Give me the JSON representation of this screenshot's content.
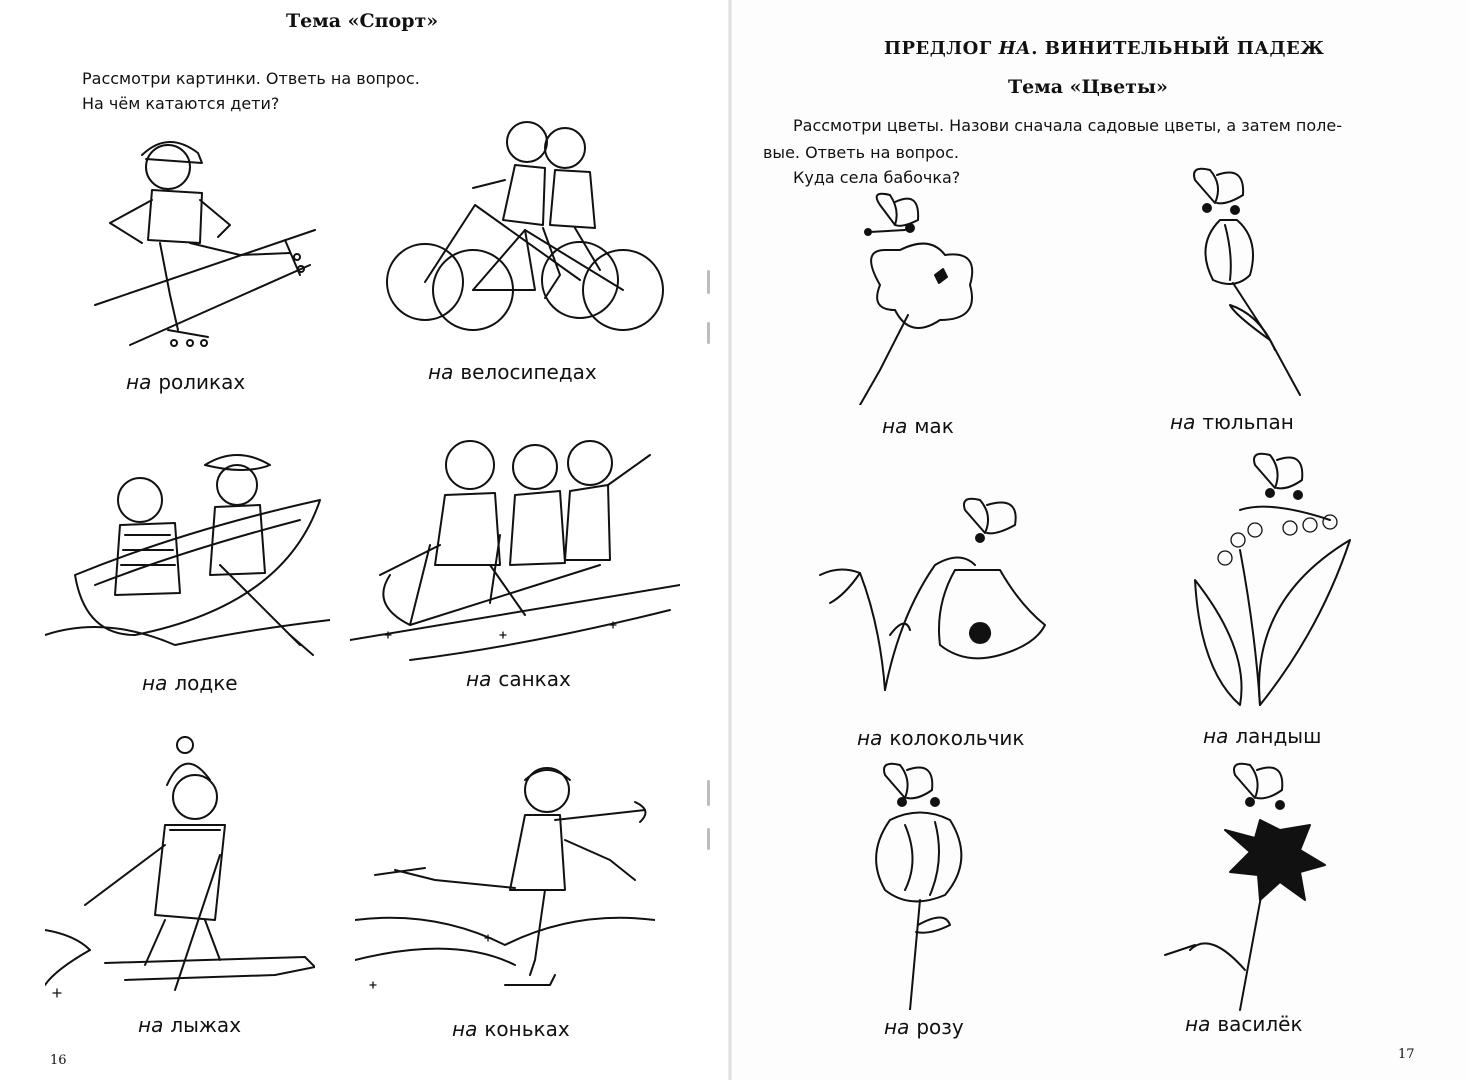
{
  "left_page": {
    "topic_title": "Тема «Спорт»",
    "instruction_lines": [
      "Рассмотри картинки. Ответь на вопрос.",
      "На чём катаются дети?"
    ],
    "page_number": "16",
    "captions": [
      {
        "prep": "на",
        "word": "роликах"
      },
      {
        "prep": "на",
        "word": "велосипедах"
      },
      {
        "prep": "на",
        "word": "лодке"
      },
      {
        "prep": "на",
        "word": "санках"
      },
      {
        "prep": "на",
        "word": "лыжах"
      },
      {
        "prep": "на",
        "word": "коньках"
      }
    ]
  },
  "right_page": {
    "section_title_prefix": "ПРЕДЛОГ",
    "section_title_prep": "НА",
    "section_title_suffix": ". ВИНИТЕЛЬНЫЙ ПАДЕЖ",
    "topic_title": "Тема «Цветы»",
    "instruction_lines": [
      "Рассмотри цветы. Назови сначала садовые цветы, а затем поле-",
      "вые. Ответь на вопрос.",
      "Куда села бабочка?"
    ],
    "page_number": "17",
    "captions": [
      {
        "prep": "на",
        "word": "мак"
      },
      {
        "prep": "на",
        "word": "тюльпан"
      },
      {
        "prep": "на",
        "word": "колокольчик"
      },
      {
        "prep": "на",
        "word": "ландыш"
      },
      {
        "prep": "на",
        "word": "розу"
      },
      {
        "prep": "на",
        "word": "василёк"
      }
    ]
  }
}
